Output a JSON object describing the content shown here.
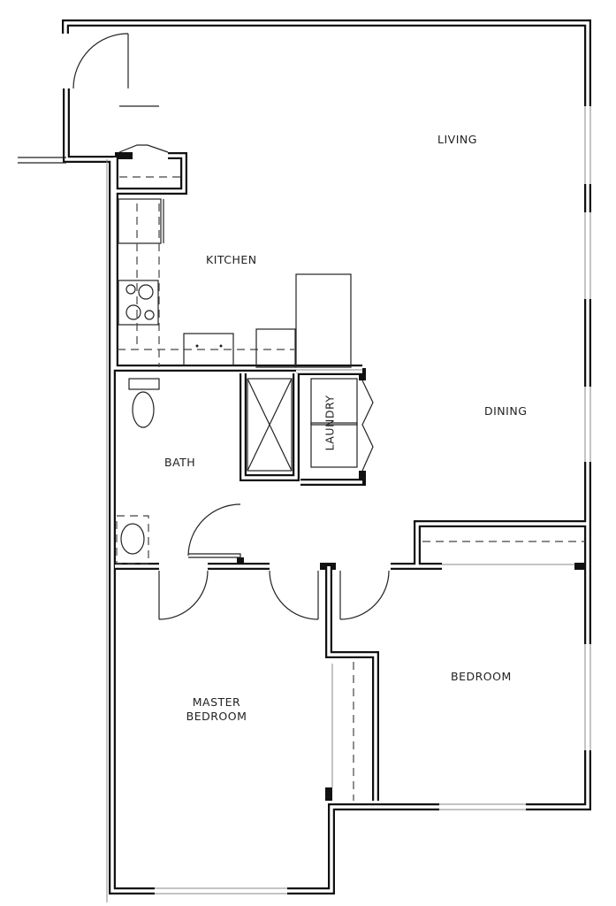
{
  "plan": {
    "rooms": {
      "living": "LIVING",
      "kitchen": "KITCHEN",
      "dining": "DINING",
      "laundry": "LAUNDRY",
      "bath": "BATH",
      "bedroom": "BEDROOM",
      "master_line1": "MASTER",
      "master_line2": "BEDROOM"
    }
  }
}
